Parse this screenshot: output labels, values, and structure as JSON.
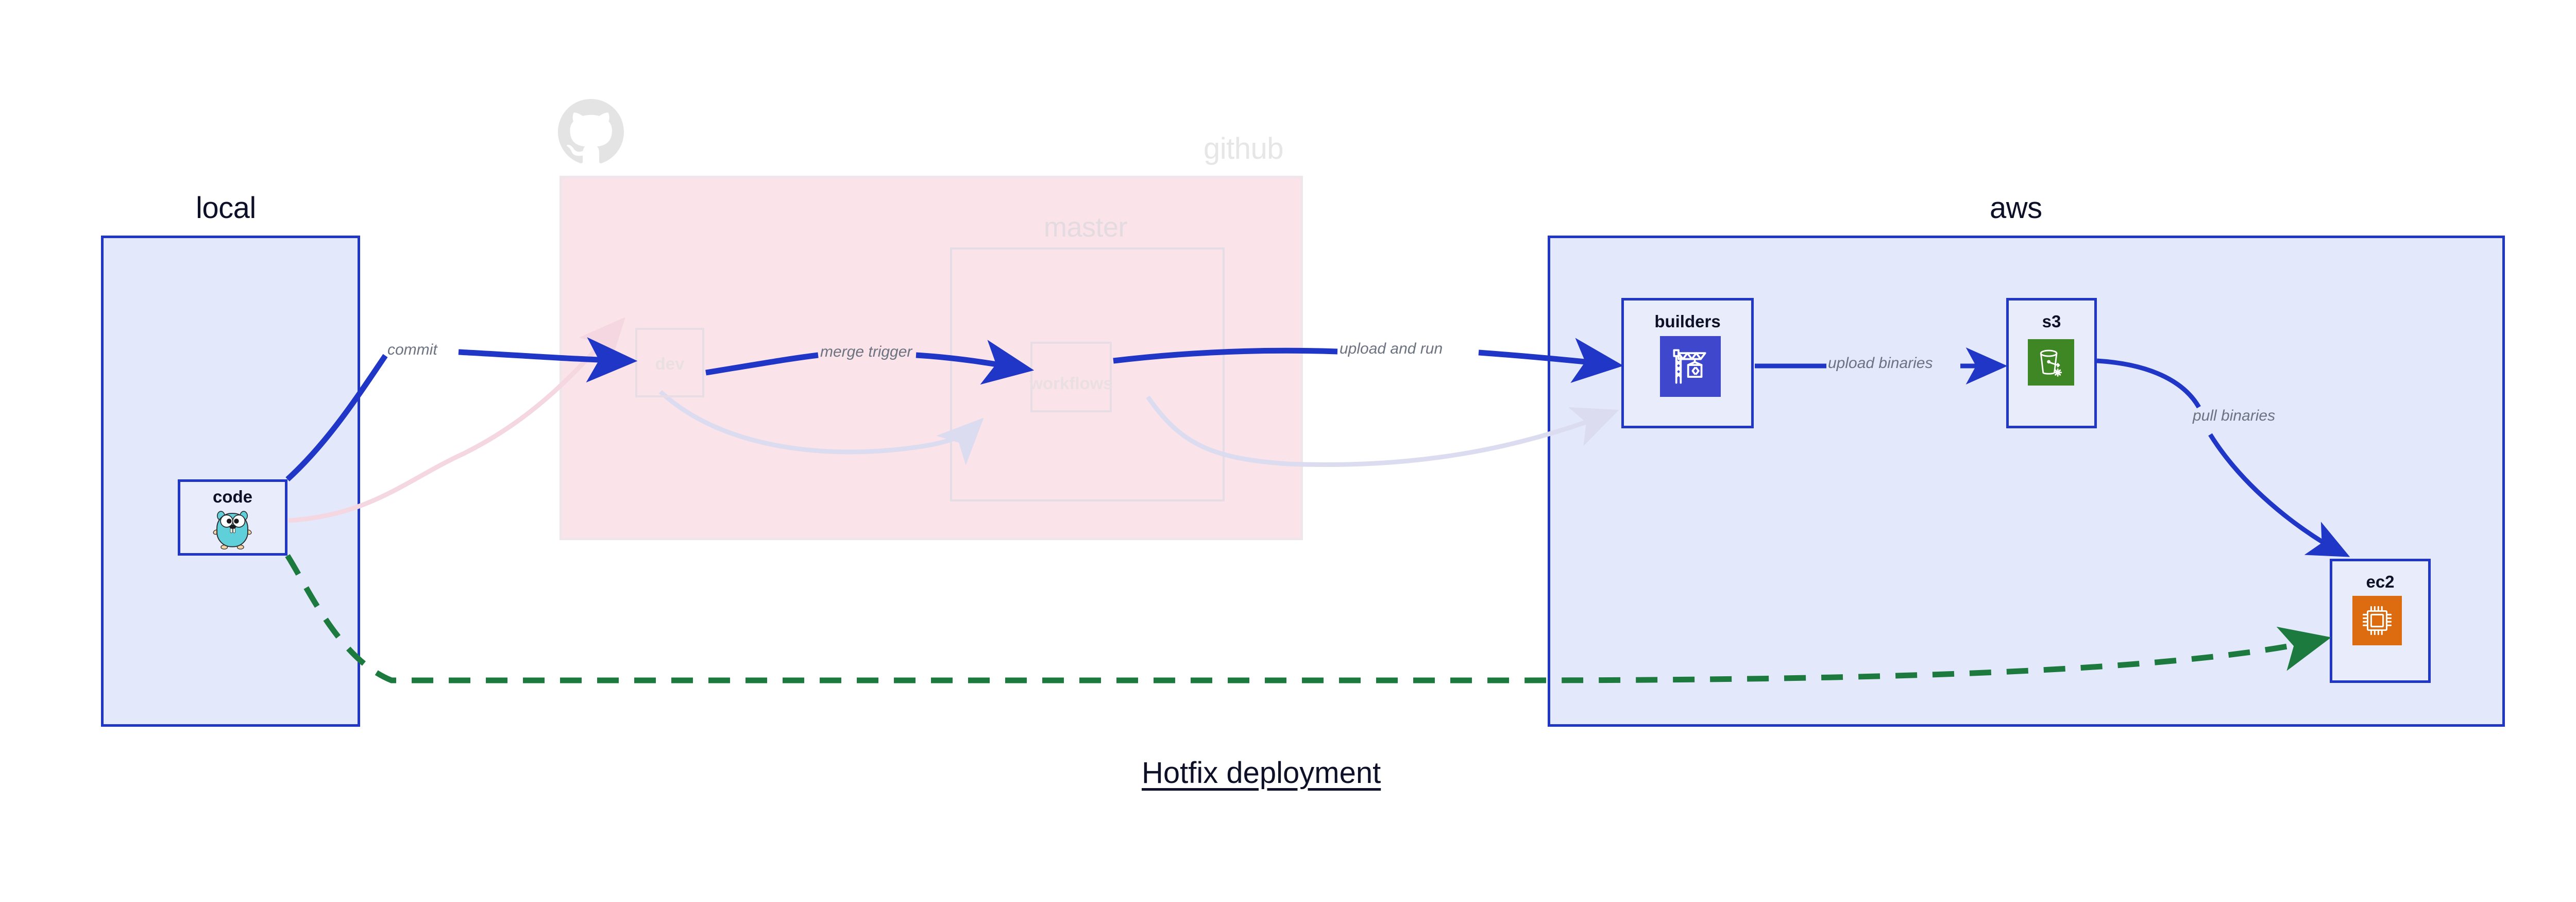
{
  "title": "Hotfix deployment",
  "groups": [
    {
      "id": "local",
      "label": "local",
      "faded": false
    },
    {
      "id": "github",
      "label": "github",
      "faded": true
    },
    {
      "id": "master",
      "label": "master",
      "faded": true
    },
    {
      "id": "aws",
      "label": "aws",
      "faded": false
    }
  ],
  "nodes": [
    {
      "id": "code",
      "label": "code",
      "icon": "go-gopher-icon",
      "faded": false
    },
    {
      "id": "dev",
      "label": "dev",
      "icon": "none",
      "faded": true
    },
    {
      "id": "workflows",
      "label": "workflows",
      "icon": "none",
      "faded": true
    },
    {
      "id": "builders",
      "label": "builders",
      "icon": "aws-codebuild-crane-icon",
      "faded": false
    },
    {
      "id": "s3",
      "label": "s3",
      "icon": "aws-s3-bucket-icon",
      "faded": false
    },
    {
      "id": "ec2",
      "label": "ec2",
      "icon": "aws-ec2-chip-icon",
      "faded": false
    }
  ],
  "edges": [
    {
      "id": "commit",
      "label": "commit",
      "from": "code",
      "to": "dev",
      "style": "solid",
      "color": "#1f36c7",
      "faded": false
    },
    {
      "id": "merge-trigger",
      "label": "merge trigger",
      "from": "dev",
      "to": "workflows",
      "style": "solid",
      "color": "#1f36c7",
      "faded": false
    },
    {
      "id": "upload-and-run",
      "label": "upload and run",
      "from": "workflows",
      "to": "builders",
      "style": "solid",
      "color": "#1f36c7",
      "faded": false
    },
    {
      "id": "upload-binaries",
      "label": "upload binaries",
      "from": "builders",
      "to": "s3",
      "style": "solid",
      "color": "#1f36c7",
      "faded": false
    },
    {
      "id": "pull-binaries",
      "label": "pull binaries",
      "from": "s3",
      "to": "ec2",
      "style": "solid",
      "color": "#1f36c7",
      "faded": false
    },
    {
      "id": "hotfix-direct",
      "label": "",
      "from": "code",
      "to": "ec2",
      "style": "dashed",
      "color": "#1d7a3e",
      "faded": false
    },
    {
      "id": "bg-code-dev",
      "label": "",
      "from": "code",
      "to": "dev",
      "style": "solid",
      "color": "#f6dde4",
      "faded": true
    },
    {
      "id": "bg-dev-workflows",
      "label": "",
      "from": "dev",
      "to": "workflows",
      "style": "solid",
      "color": "#e2e2f2",
      "faded": true
    },
    {
      "id": "bg-workflows-builders",
      "label": "",
      "from": "workflows",
      "to": "builders",
      "style": "solid",
      "color": "#e2e2f2",
      "faded": true
    }
  ],
  "colors": {
    "group_blue_fill": "#e3e8fb",
    "group_blue_border": "#1f36c7",
    "github_fill": "#fae3e9",
    "node_fill": "#e9edfb",
    "arrow_blue": "#1f36c7",
    "arrow_green": "#1d7a3e",
    "label_grey": "#6b7280",
    "text_dark": "#0d1026",
    "codebuild_purple": "#3f48cc",
    "s3_green": "#3f8624",
    "ec2_orange": "#dd6b10",
    "gopher_teal": "#5fd0d9"
  },
  "logos": {
    "github": "github-octocat-icon"
  }
}
